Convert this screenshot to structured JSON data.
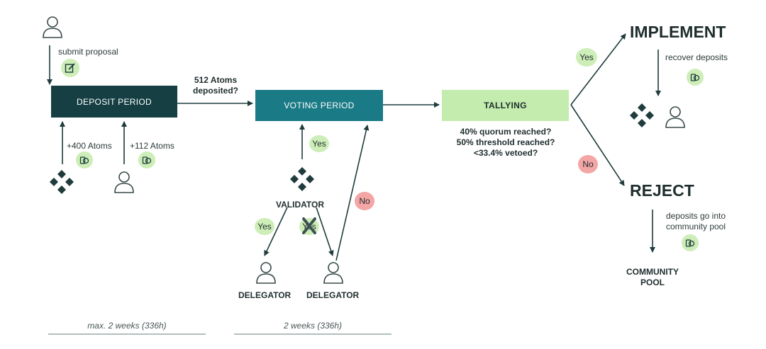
{
  "steps": {
    "submit": "submit proposal",
    "deposit_period": "DEPOSIT PERIOD",
    "voting_period": "VOTING PERIOD",
    "tallying": "TALLYING",
    "implement": "IMPLEMENT",
    "reject": "REJECT",
    "community_pool": [
      "COMMUNITY",
      "POOL"
    ]
  },
  "labels": {
    "deposit_condition": [
      "512 Atoms",
      "deposited?"
    ],
    "deposit_400": "+400 Atoms",
    "deposit_112": "+112 Atoms",
    "validator": "VALIDATOR",
    "delegator_left": "DELEGATOR",
    "delegator_right": "DELEGATOR",
    "tally_conditions": [
      "40% quorum reached?",
      "50% threshold reached?",
      "<33.4% vetoed?"
    ],
    "recover_deposits": "recover deposits",
    "deposits_pool": [
      "deposits go into",
      "community pool"
    ]
  },
  "decisions": {
    "yes": "Yes",
    "no": "No"
  },
  "durations": {
    "deposit": "max. 2 weeks (336h)",
    "voting": "2 weeks (336h)"
  },
  "colors": {
    "dark_teal": "#153f43",
    "teal": "#1a7a86",
    "light_green": "#c3ecae",
    "yes_green": "#cdeeb8",
    "no_red": "#f4a5a5",
    "ink": "#1f2d2d"
  },
  "icons": [
    "user-icon",
    "edit-document-icon",
    "coins-icon",
    "validator-logo-icon"
  ]
}
